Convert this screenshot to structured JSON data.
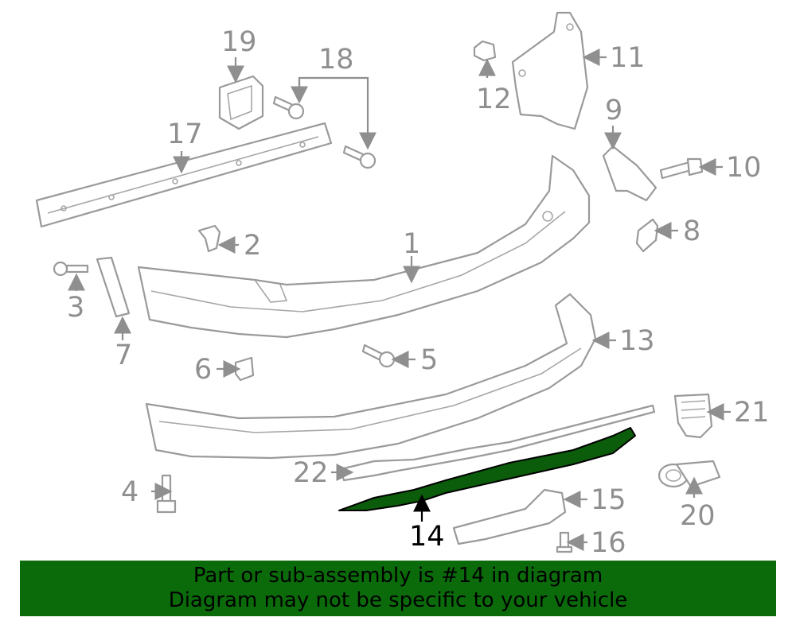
{
  "callouts": {
    "c1": "1",
    "c2": "2",
    "c3": "3",
    "c4": "4",
    "c5": "5",
    "c6": "6",
    "c7": "7",
    "c8": "8",
    "c9": "9",
    "c10": "10",
    "c11": "11",
    "c12": "12",
    "c13": "13",
    "c14": "14",
    "c15": "15",
    "c16": "16",
    "c17": "17",
    "c18": "18",
    "c19": "19",
    "c20": "20",
    "c21": "21",
    "c22": "22"
  },
  "highlight": {
    "part": "14",
    "color": "#0b6b0b"
  },
  "banner": {
    "line1": "Part or sub-assembly is #14 in diagram",
    "line2": "Diagram may not be specific to your vehicle"
  }
}
